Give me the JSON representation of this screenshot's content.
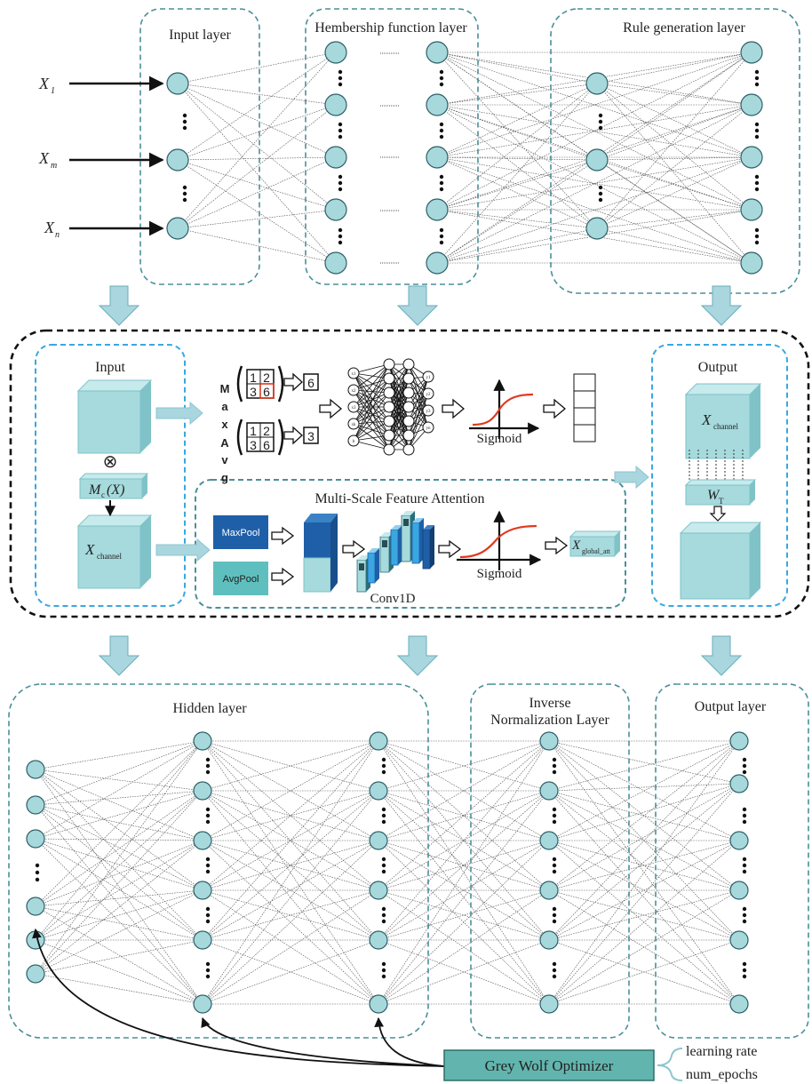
{
  "top": {
    "inputs": [
      {
        "base": "X",
        "sub": "1"
      },
      {
        "base": "X",
        "sub": "m"
      },
      {
        "base": "X",
        "sub": "n"
      }
    ],
    "input_layer_label": "Input layer",
    "membership_layer_label": "Hembership function layer",
    "rule_layer_label": "Rule generation layer"
  },
  "middle": {
    "input_label": "Input",
    "mc_base": "M",
    "mc_sub": "c",
    "mc_arg": "(X)",
    "otimes": "⊗",
    "xchannel_base": "X",
    "xchannel_sub": "channel",
    "maxavg_letters": [
      "M",
      "a",
      "x",
      "A",
      "v",
      "g"
    ],
    "matrix_digits": [
      "1",
      "2",
      "3",
      "6"
    ],
    "max_result": "6",
    "avg_result": "3",
    "mlp_input_labels": [
      "x1",
      "x2",
      "x3",
      "xk",
      "b"
    ],
    "mlp_output_labels": [
      "y1",
      "y2",
      "y3",
      "yn"
    ],
    "sigmoid_label": "Sigmoid",
    "msfa_title": "Multi-Scale Feature Attention",
    "maxpool_label": "MaxPool",
    "avgpool_label": "AvgPool",
    "conv1d_label": "Conv1D",
    "sigmoid2_label": "Sigmoid",
    "xglobal_base": "X",
    "xglobal_sub": "global_att",
    "output_label": "Output",
    "out_xchannel_base": "X",
    "out_xchannel_sub": "channel",
    "wt_base": "W",
    "wt_sub": "T"
  },
  "bottom": {
    "hidden_label": "Hidden layer",
    "inverse_label_line1": "Inverse",
    "inverse_label_line2": "Normalization Layer",
    "output_layer_label": "Output layer",
    "gwo_label": "Grey Wolf Optimizer",
    "params": [
      "learning rate",
      "num_epochs"
    ]
  },
  "colors": {
    "node_fill": "#a6d8dc",
    "node_stroke": "#2d5f66",
    "box_dashed": "#4a8f9a",
    "blue_dashed": "#3aa7e0",
    "arrow_fill": "#a9d6df",
    "arrow_stroke": "#6aaeb8",
    "cube_front": "#a6dadd",
    "cube_top": "#c7eaec",
    "cube_side": "#7fc3c8",
    "maxpool": "#1f5fa8",
    "avgpool": "#5fbfbf",
    "gwo_fill": "#62b5ae",
    "sigmoid_curve": "#e03a1e"
  },
  "icons": [
    "ellipsis-dots-icon",
    "hollow-arrow-icon",
    "down-block-arrow-icon",
    "otimes-icon",
    "sigmoid-curve-icon"
  ]
}
